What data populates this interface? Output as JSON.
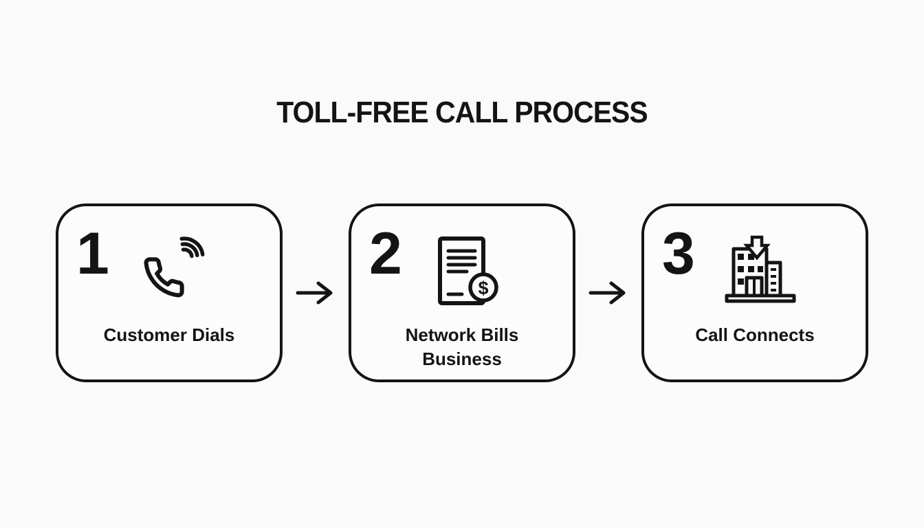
{
  "page": {
    "background": "#fafafa",
    "ink": "#141414"
  },
  "header": {
    "title": "TOLL-FREE CALL PROCESS"
  },
  "steps": [
    {
      "number": "1",
      "label": "Customer Dials",
      "icon": "phone-sound-waves-icon"
    },
    {
      "number": "2",
      "label": "Network Bills Business",
      "icon": "billing-document-dollar-icon"
    },
    {
      "number": "3",
      "label": "Call Connects",
      "icon": "building-inbound-arrow-icon"
    }
  ],
  "connector": {
    "glyph": "→",
    "icon": "right-arrow-icon"
  },
  "glyphs": {
    "dollar": "$"
  }
}
